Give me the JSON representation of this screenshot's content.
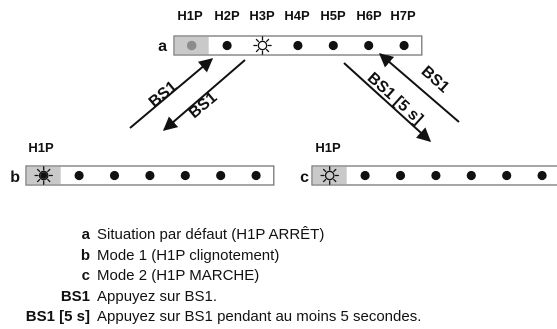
{
  "panels": {
    "a": {
      "row_label": "a",
      "led_labels": [
        "H1P",
        "H2P",
        "H3P",
        "H4P",
        "H5P",
        "H6P",
        "H7P"
      ],
      "leds": [
        "off",
        "dot",
        "sun",
        "dot",
        "dot",
        "dot",
        "dot"
      ]
    },
    "b": {
      "row_label": "b",
      "led_labels": [
        "H1P"
      ],
      "leds": [
        "blink",
        "dot",
        "dot",
        "dot",
        "dot",
        "dot",
        "dot"
      ]
    },
    "c": {
      "row_label": "c",
      "led_labels": [
        "H1P"
      ],
      "leds": [
        "sun",
        "dot",
        "dot",
        "dot",
        "dot",
        "dot",
        "dot"
      ]
    }
  },
  "transitions": {
    "b_to_a": "BS1",
    "a_to_b": "BS1",
    "c_to_a": "BS1",
    "a_to_c": "BS1 [5 s]"
  },
  "legend": [
    {
      "key": "a",
      "text": "Situation par défaut (H1P ARRÊT)"
    },
    {
      "key": "b",
      "text": "Mode 1 (H1P clignotement)"
    },
    {
      "key": "c",
      "text": "Mode 2 (H1P MARCHE)"
    },
    {
      "key": "BS1",
      "text": "Appuyez sur BS1."
    },
    {
      "key": "BS1 [5 s]",
      "text": "Appuyez sur BS1 pendant au moins 5 secondes."
    }
  ]
}
